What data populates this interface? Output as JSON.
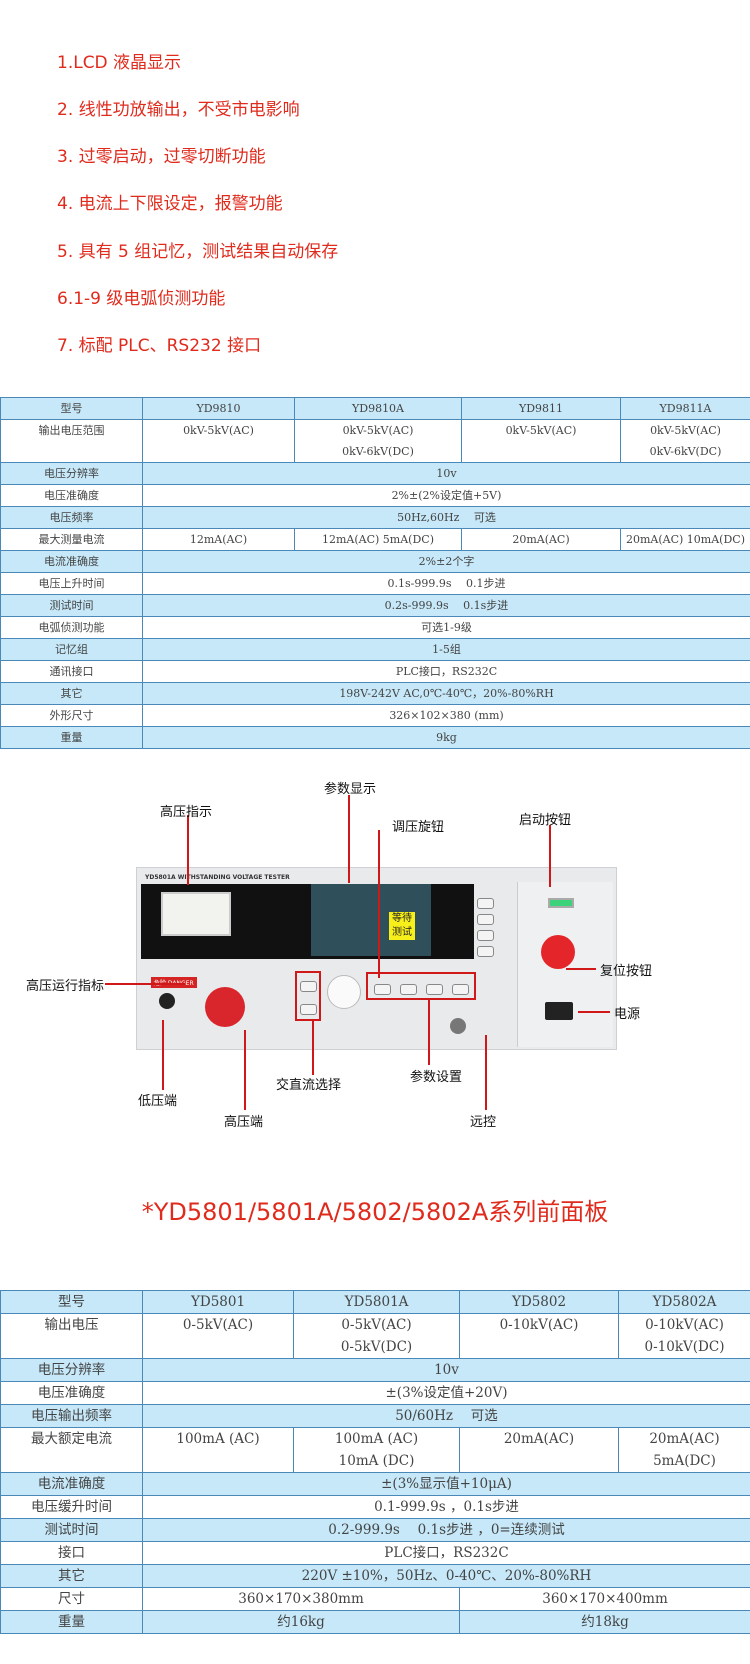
{
  "features": [
    "1.LCD 液晶显示",
    "2. 线性功放输出，不受市电影响",
    "3. 过零启动，过零切断功能",
    "4. 电流上下限设定，报警功能",
    "5. 具有 5 组记忆，测试结果自动保存",
    "6.1-9 级电弧侦测功能",
    "7. 标配 PLC、RS232 接口"
  ],
  "table1": {
    "header": [
      "型号",
      "YD9810",
      "YD9810A",
      "YD9811",
      "YD9811A"
    ],
    "output": {
      "label": "输出电压范围",
      "cells": [
        [
          "0kV-5kV(AC)"
        ],
        [
          "0kV-5kV(AC)",
          "0kV-6kV(DC)"
        ],
        [
          "0kV-5kV(AC)"
        ],
        [
          "0kV-5kV(AC)",
          "0kV-6kV(DC)"
        ]
      ]
    },
    "r_res": [
      "电压分辨率",
      "10v"
    ],
    "r_acc": [
      "电压准确度",
      "2%±(2%设定值+5V)"
    ],
    "r_freq": [
      "电压频率",
      "50Hz,60Hz　 可选"
    ],
    "current": {
      "label": "最大测量电流",
      "cells": [
        "12mA(AC)",
        "12mA(AC) 5mA(DC)",
        "20mA(AC)",
        "20mA(AC) 10mA(DC)"
      ]
    },
    "rows": [
      [
        "电流准确度",
        "2%±2个字"
      ],
      [
        "电压上升时间",
        "0.1s-999.9s　 0.1步进"
      ],
      [
        "测试时间",
        "0.2s-999.9s　 0.1s步进"
      ],
      [
        "电弧侦测功能",
        "可选1-9级"
      ],
      [
        "记忆组",
        "1-5组"
      ],
      [
        "通讯接口",
        "PLC接口，RS232C"
      ],
      [
        "其它",
        "198V-242V AC,0℃-40℃，20%-80%RH"
      ],
      [
        "外形尺寸",
        "326×102×380 (mm)"
      ],
      [
        "重量",
        "9kg"
      ]
    ]
  },
  "diagram": {
    "device_brand": "YD5801A WITHSTANDING VOLTAGE TESTER",
    "screen_status": "等待测试",
    "danger": "危险 DANGER",
    "labels": {
      "display": "参数显示",
      "hv_indicator": "高压指示",
      "knob": "调压旋钮",
      "start": "启动按钮",
      "hv_run": "高压运行指标",
      "reset": "复位按钮",
      "power": "电源",
      "low": "低压端",
      "acdc": "交直流选择",
      "set": "参数设置",
      "high": "高压端",
      "remote": "远控"
    }
  },
  "title2": "*YD5801/5801A/5802/5802A系列前面板",
  "table2": {
    "header": [
      "型号",
      "YD5801",
      "YD5801A",
      "YD5802",
      "YD5802A"
    ],
    "output": {
      "label": "输出电压",
      "cells": [
        [
          "0-5kV(AC)"
        ],
        [
          "0-5kV(AC)",
          "0-5kV(DC)"
        ],
        [
          "0-10kV(AC)"
        ],
        [
          "0-10kV(AC)",
          "0-10kV(DC)"
        ]
      ]
    },
    "r_res": [
      "电压分辨率",
      "10v"
    ],
    "r_acc": [
      "电压准确度",
      "±(3%设定值+20V)"
    ],
    "r_freq": [
      "电压输出频率",
      "50/60Hz　 可选"
    ],
    "current": {
      "label": "最大额定电流",
      "cells": [
        [
          "100mA (AC)"
        ],
        [
          "100mA (AC)",
          "10mA (DC)"
        ],
        [
          "20mA(AC)"
        ],
        [
          "20mA(AC)",
          "5mA(DC)"
        ]
      ]
    },
    "rows": [
      [
        "电流准确度",
        "±(3%显示值+10μA)"
      ],
      [
        "电压缓升时间",
        "0.1-999.9s ，0.1s步进"
      ],
      [
        "测试时间",
        "0.2-999.9s　 0.1s步进 ，0=连续测试"
      ],
      [
        "接口",
        "PLC接口，RS232C"
      ],
      [
        "其它",
        "220V ±10%，50Hz、0-40℃、20%-80%RH"
      ]
    ],
    "size": [
      "尺寸",
      "360×170×380mm",
      "360×170×400mm"
    ],
    "weight": [
      "重量",
      "约16kg",
      "约18kg"
    ]
  }
}
